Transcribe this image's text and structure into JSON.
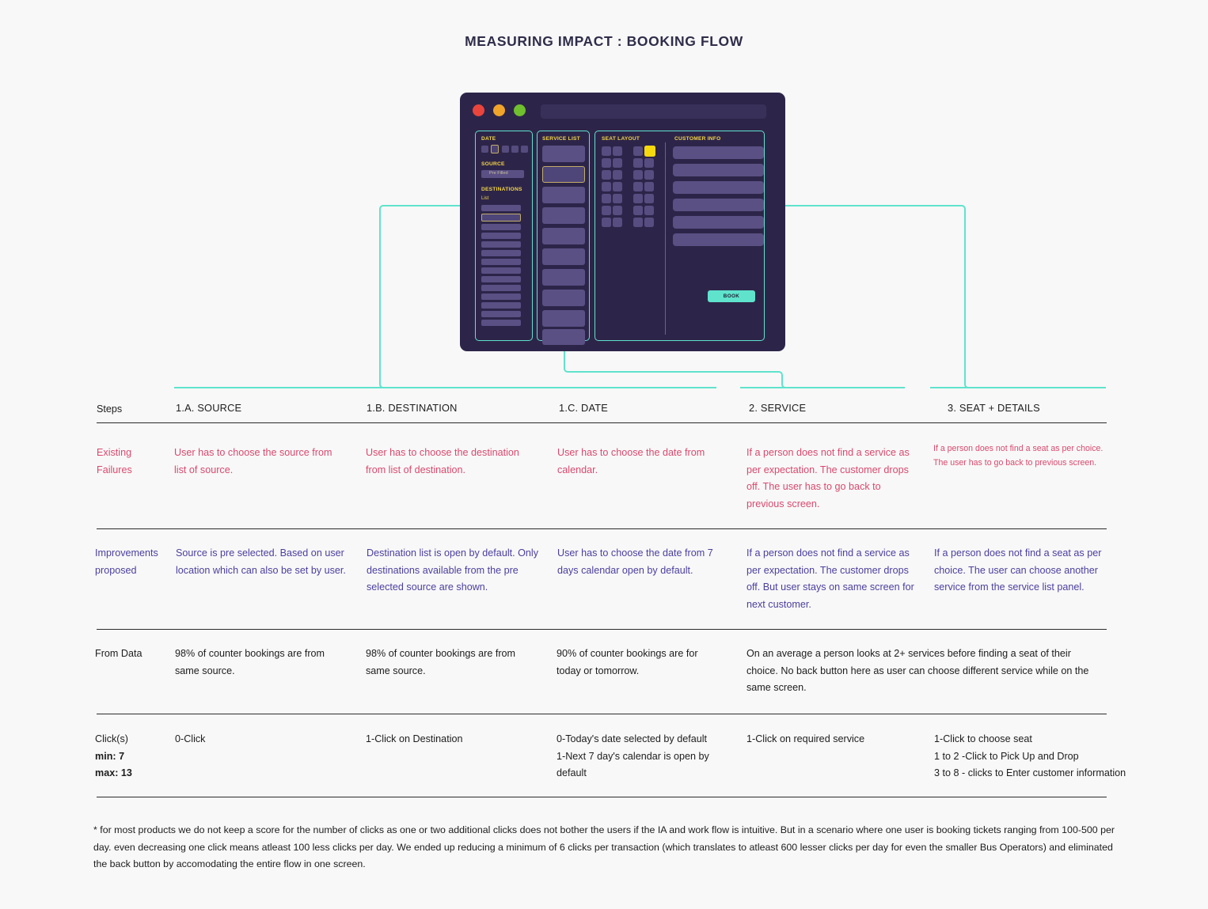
{
  "title": "MEASURING IMPACT : BOOKING FLOW",
  "mockup": {
    "window_dots": [
      "close-red",
      "minimize-amber",
      "maximize-green"
    ],
    "panels": {
      "date": {
        "label": "DATE"
      },
      "source": {
        "label": "SOURCE",
        "value": "Pre Filled"
      },
      "destinations": {
        "label": "DESTINATIONS",
        "sublabel": "List"
      },
      "service_list": {
        "label": "SERVICE LIST"
      },
      "seat_layout": {
        "label": "SEAT LAYOUT"
      },
      "customer_info": {
        "label": "CUSTOMER INFO"
      }
    },
    "book_button": "BOOK"
  },
  "table": {
    "steps_label": "Steps",
    "steps": [
      "1.A. SOURCE",
      "1.B. DESTINATION",
      "1.C. DATE",
      "2. SERVICE",
      "3. SEAT + DETAILS"
    ],
    "rows": [
      {
        "label_line1": "Existing",
        "label_line2": "Failures",
        "cells": [
          "User has to choose the source from list of source.",
          "User has to choose the destination from list of destination.",
          "User has to choose the date from calendar.",
          "If a person does not find a service as per expectation. The customer drops off. The user has to go back to previous screen.",
          "If a person does not find a seat as per choice. The user has to go back to previous screen."
        ]
      },
      {
        "label_line1": "Improvements",
        "label_line2": "proposed",
        "cells": [
          "Source is pre selected. Based on user location which can also be set by user.",
          "Destination list is open by default. Only destinations available from the pre selected source are shown.",
          "User has to choose the date from 7 days calendar open by default.",
          "If a person does not find a service as per expectation. The customer drops off. But user stays on same screen for next customer.",
          "If a person does not find a seat as per choice. The user can choose another service from the service list panel."
        ]
      },
      {
        "label_line1": "From Data",
        "label_line2": "",
        "cells": [
          "98% of counter bookings are from same source.",
          "98% of counter bookings are from same source.",
          "90% of counter bookings are for today or tomorrow.",
          "On an average a person looks at 2+ services before finding a seat of their choice. No back button here as user can choose different service while on the same screen.",
          ""
        ]
      },
      {
        "label_line1": "Click(s)",
        "label_line2": "min: 7",
        "label_line3": "max: 13",
        "cells": [
          "0-Click",
          "1-Click on Destination",
          "0-Today's date selected by default\n1-Next 7 day's calendar is open by default",
          "1-Click on required service",
          "1-Click to choose seat\n1 to 2 -Click to Pick Up and Drop\n3 to 8 - clicks to Enter customer information"
        ]
      }
    ]
  },
  "footnote": "* for most products we do not keep a score for the number of clicks as one or two additional clicks does not bother the users if the IA and work flow is intuitive. But in a scenario where one user is booking tickets ranging from 100-500 per day. even decreasing one click means atleast 100 less clicks per day. We ended up reducing  a minimum of 6 clicks per transaction (which translates to atleast 600 lesser clicks per day for even the smaller Bus Operators)  and eliminated the back button by accomodating the entire flow in one screen.",
  "colors": {
    "accent_teal": "#5fe3cd",
    "mockup_bg": "#2d2549",
    "panel_fill": "#5a5084",
    "label_yellow": "#f5d547",
    "seat_active": "#f5d80d",
    "pink": "#d9496e",
    "violet": "#4b3f9e",
    "title": "#2f2d4a",
    "page_bg": "#f8f8f8"
  }
}
